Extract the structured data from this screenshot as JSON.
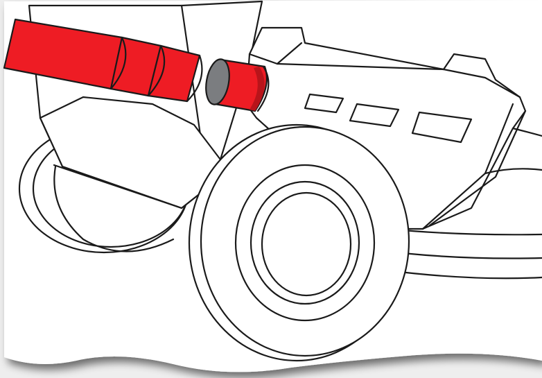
{
  "illustration": {
    "labels": []
  },
  "colors": {
    "background": "#eeeeee",
    "frame_shadow": "#9a9a9a",
    "panel": "#ffffff",
    "outline": "#1a1a1a",
    "tool_red": "#ee1c24",
    "tool_red_dark": "#b8141a",
    "socket_face": "#7b7d80"
  },
  "icons": [
    "hitch-receiver-tube",
    "hitch-receiver-insert",
    "lawn-mower-chassis",
    "rear-wheel",
    "side-wheel"
  ]
}
